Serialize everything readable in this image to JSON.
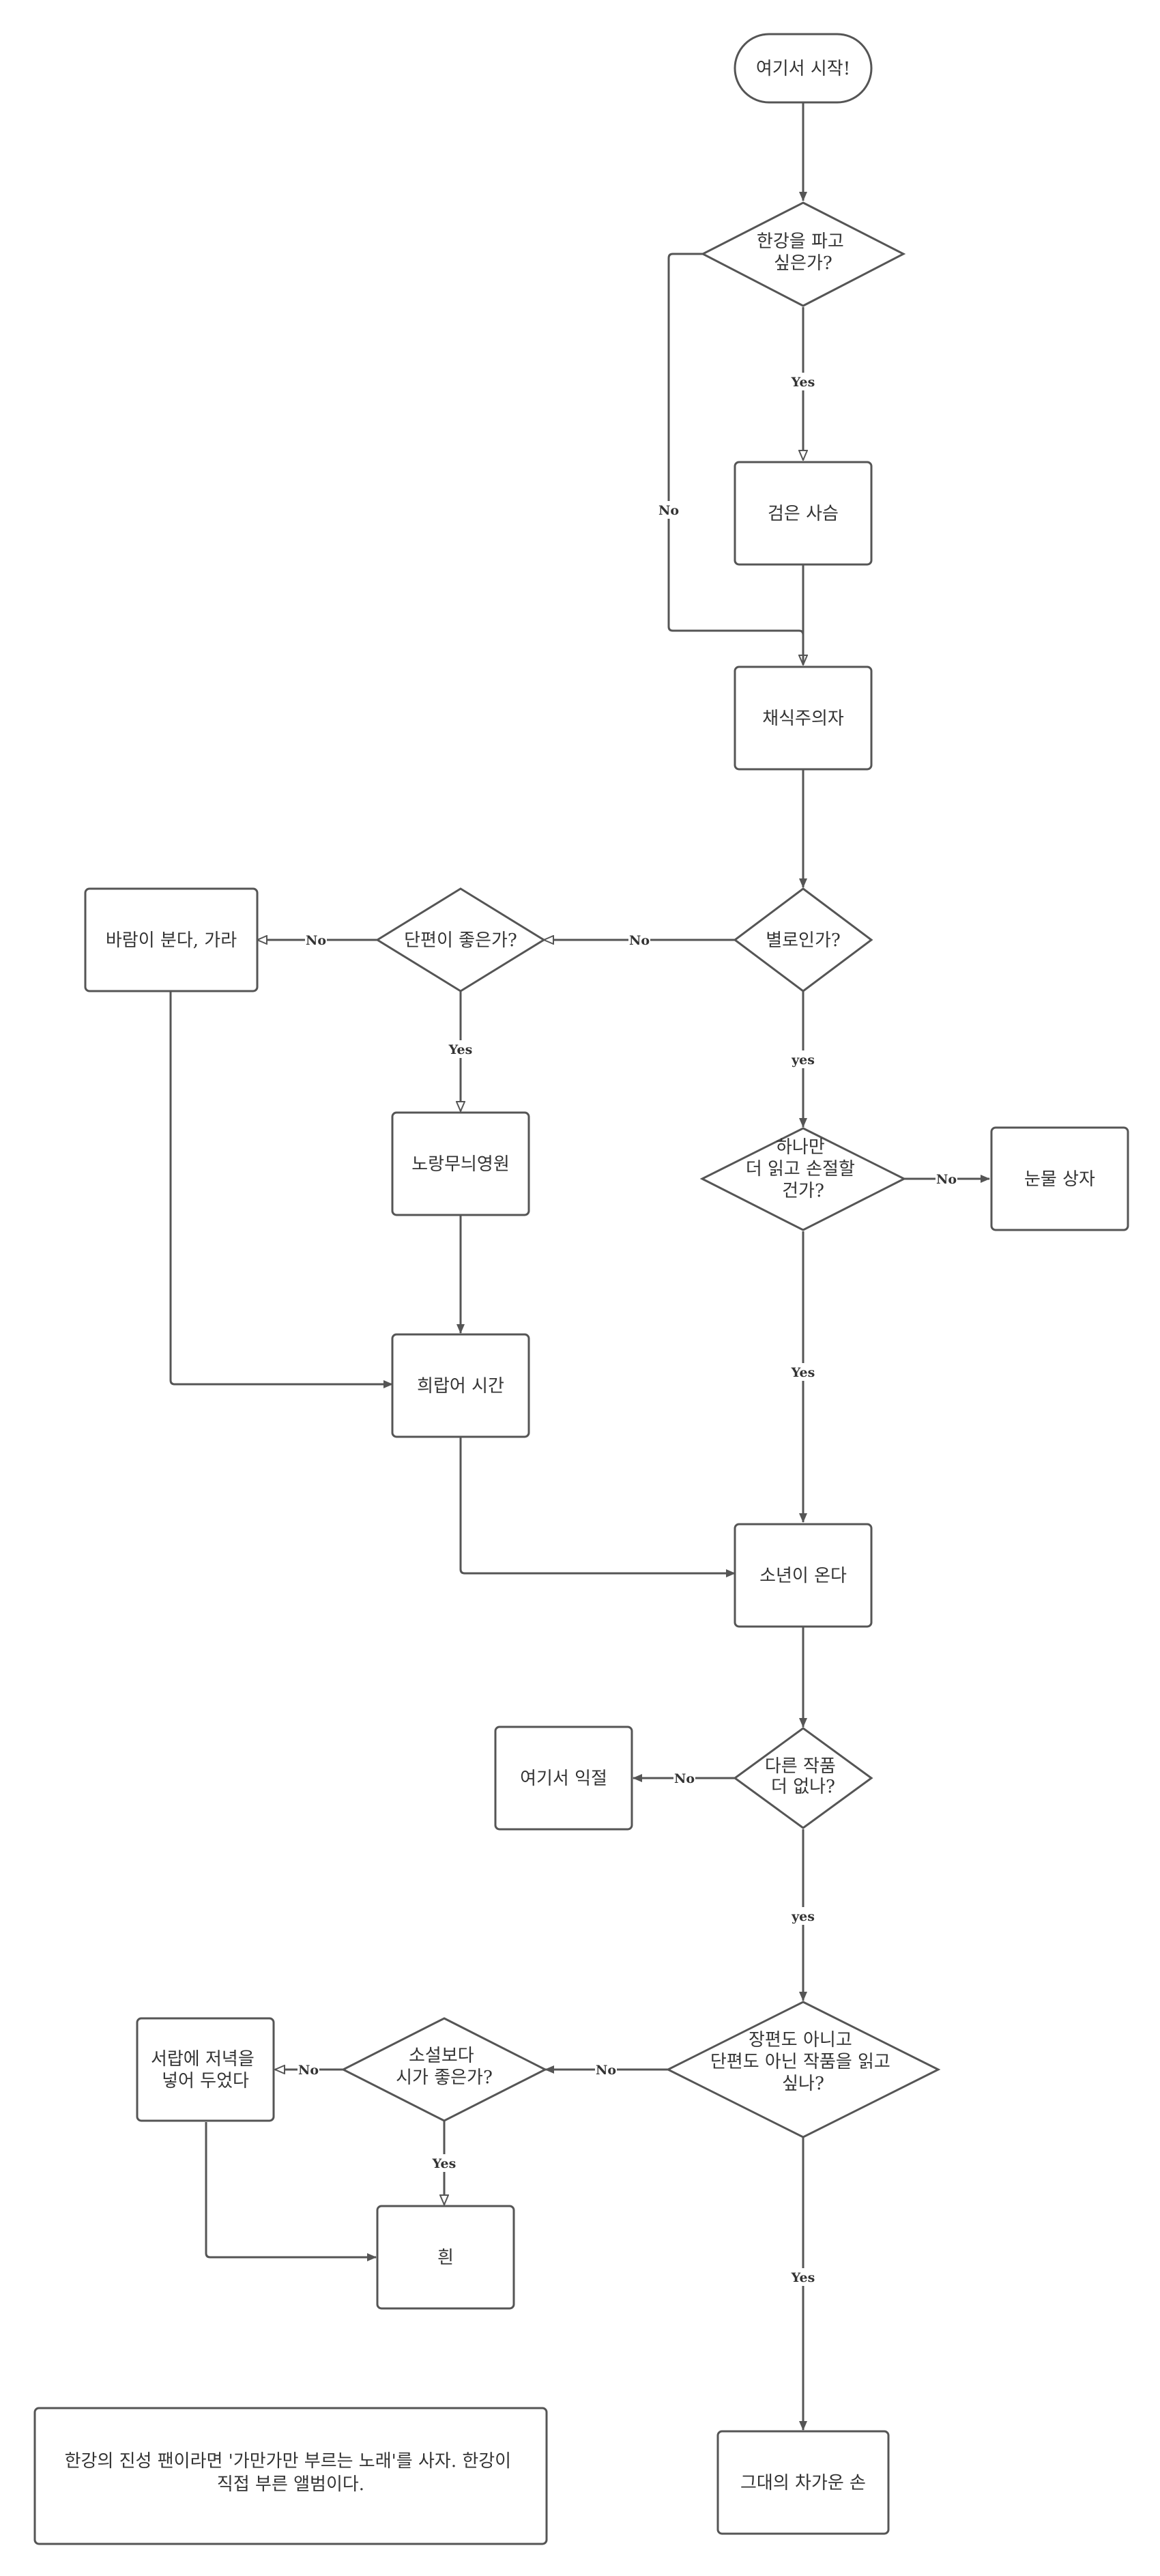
{
  "nodes": {
    "start": [
      "여기서 시작!"
    ],
    "q_hangang": [
      "한강을 파고",
      "싶은가?"
    ],
    "black_deer": [
      "검은 사슴"
    ],
    "vegetarian": [
      "채식주의자"
    ],
    "q_bad": [
      "별로인가?"
    ],
    "q_short": [
      "단편이 좋은가?"
    ],
    "wind": [
      "바람이 분다, 가라"
    ],
    "yellow_house": [
      "노랑무늬영원"
    ],
    "greek": [
      "희랍어 시간"
    ],
    "q_one_more": [
      "하나만",
      "더 읽고 손절할",
      "건가?"
    ],
    "tears_box": [
      "눈물 상자"
    ],
    "boy": [
      "소년이 온다"
    ],
    "q_no_more": [
      "다른 작품",
      "더 없나?"
    ],
    "drown": [
      "여기서 익절"
    ],
    "q_neither": [
      "장편도 아니고",
      "단편도 아닌 작품을 읽고",
      "싶나?"
    ],
    "q_poem": [
      "소설보다",
      "시가 좋은가?"
    ],
    "drawer": [
      "서랍에 저녁을",
      "넣어 두었다"
    ],
    "white": [
      "흰"
    ],
    "cold_hand": [
      "그대의 차가운 손"
    ],
    "note": [
      "한강의 진성 팬이라면 '가만가만 부르는 노래'를 사자. 한강이",
      "직접 부른 앨범이다."
    ]
  },
  "edge_labels": {
    "yes_cap": "Yes",
    "no_cap": "No",
    "yes_lower": "yes"
  },
  "colors": {
    "stroke": "#555555",
    "text": "#333333",
    "background": "#ffffff"
  }
}
